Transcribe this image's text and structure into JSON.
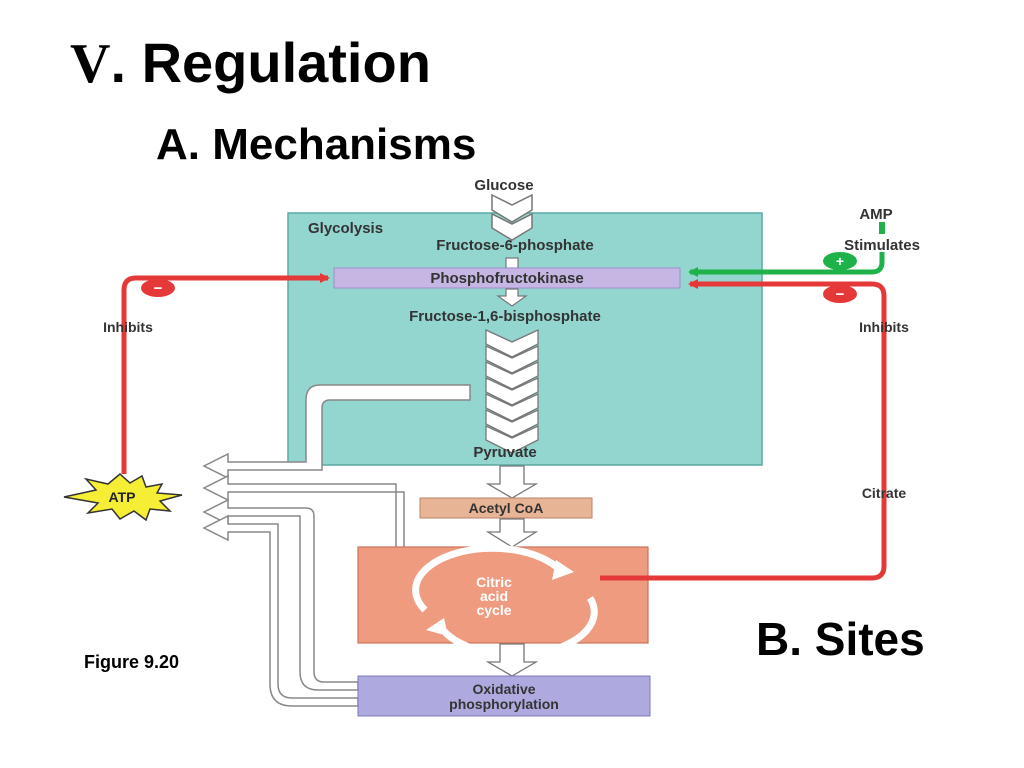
{
  "slide": {
    "title_numeral": "V",
    "title_rest": ". Regulation",
    "subtitle": "A. Mechanisms",
    "sites_label": "B. Sites",
    "figure_label": "Figure 9.20"
  },
  "diagram": {
    "glucose": "Glucose",
    "glycolysis": "Glycolysis",
    "f6p": "Fructose-6-phosphate",
    "pfk": "Phosphofructokinase",
    "f16bp": "Fructose-1,6-bisphosphate",
    "pyruvate": "Pyruvate",
    "acetyl_coa": "Acetyl CoA",
    "citric_line1": "Citric",
    "citric_line2": "acid",
    "citric_line3": "cycle",
    "oxphos_line1": "Oxidative",
    "oxphos_line2": "phosphorylation",
    "atp": "ATP",
    "amp": "AMP",
    "stimulates": "Stimulates",
    "inhibits_left": "Inhibits",
    "inhibits_right": "Inhibits",
    "citrate": "Citrate",
    "plus_sign": "+",
    "minus_sign": "−"
  },
  "colors": {
    "glycolysis_box": "#93d5cf",
    "pfk_box": "#c6b6e3",
    "acetyl_box": "#e8b496",
    "citric_box": "#ee9b80",
    "oxphos_box": "#aeaadf",
    "inhibit_red": "#e53838",
    "stimulate_green": "#1fb24a",
    "atp_yellow": "#f5ee35"
  }
}
